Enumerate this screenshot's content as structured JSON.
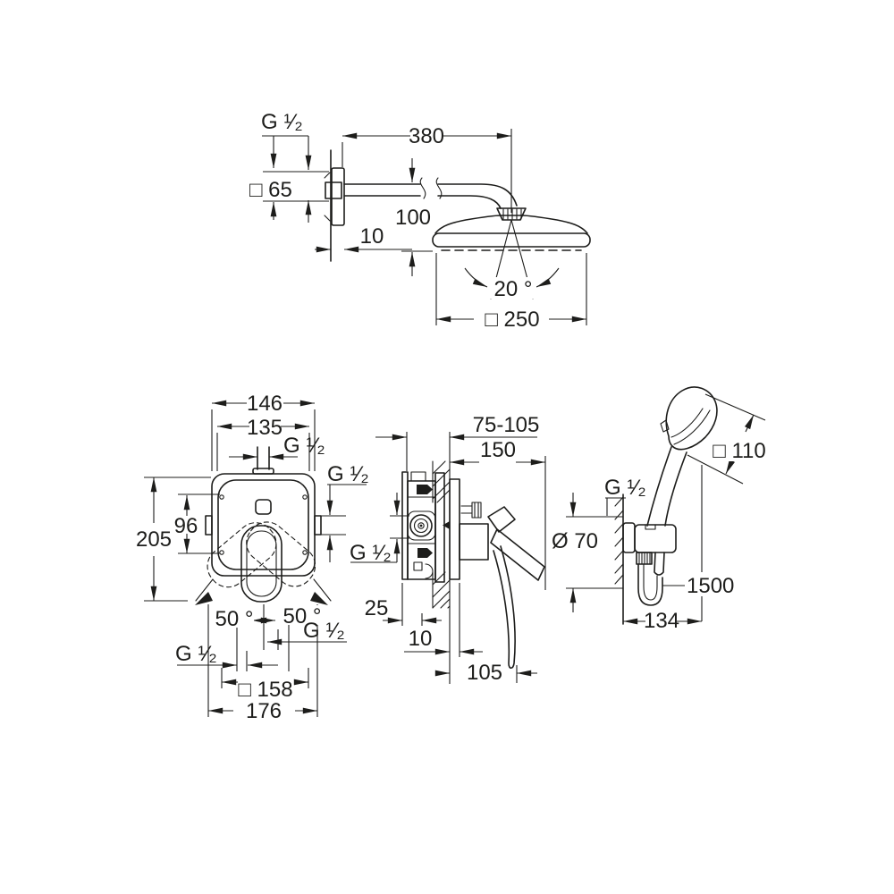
{
  "style": {
    "background": "#ffffff",
    "line_color": "#1d1d1b"
  },
  "drawing": {
    "overhead_shower": {
      "dims": {
        "thread": "G ¹⁄₂",
        "arm_length": "380",
        "wall_flange": "□ 65",
        "head_drop": "100",
        "flange_depth": "10",
        "spray_angle": "20 °",
        "head_width": "□ 250"
      }
    },
    "trim_plate": {
      "dims": {
        "width": "146",
        "inner_width": "135",
        "thread_top": "G ¹⁄₂",
        "thread_right": "G ¹⁄₂",
        "port_spacing": "96",
        "height": "205",
        "swing_left": "50 °",
        "swing_right": "50 °",
        "thread_bottom_left": "G ¹⁄₂",
        "thread_bottom_right": "G ¹⁄₂",
        "template_size": "□ 158",
        "overall_width": "176"
      }
    },
    "valve_section": {
      "dims": {
        "install_depth": "75-105",
        "projection": "150",
        "thread": "G ¹⁄₂",
        "box_offset": "25",
        "plate_thickness": "10",
        "handle_projection": "105"
      }
    },
    "hand_shower": {
      "dims": {
        "head_size": "□ 110",
        "thread": "G ¹⁄₂",
        "escutcheon_dia": "Ø 70",
        "hose_length": "1500",
        "holder_projection": "134"
      }
    }
  }
}
